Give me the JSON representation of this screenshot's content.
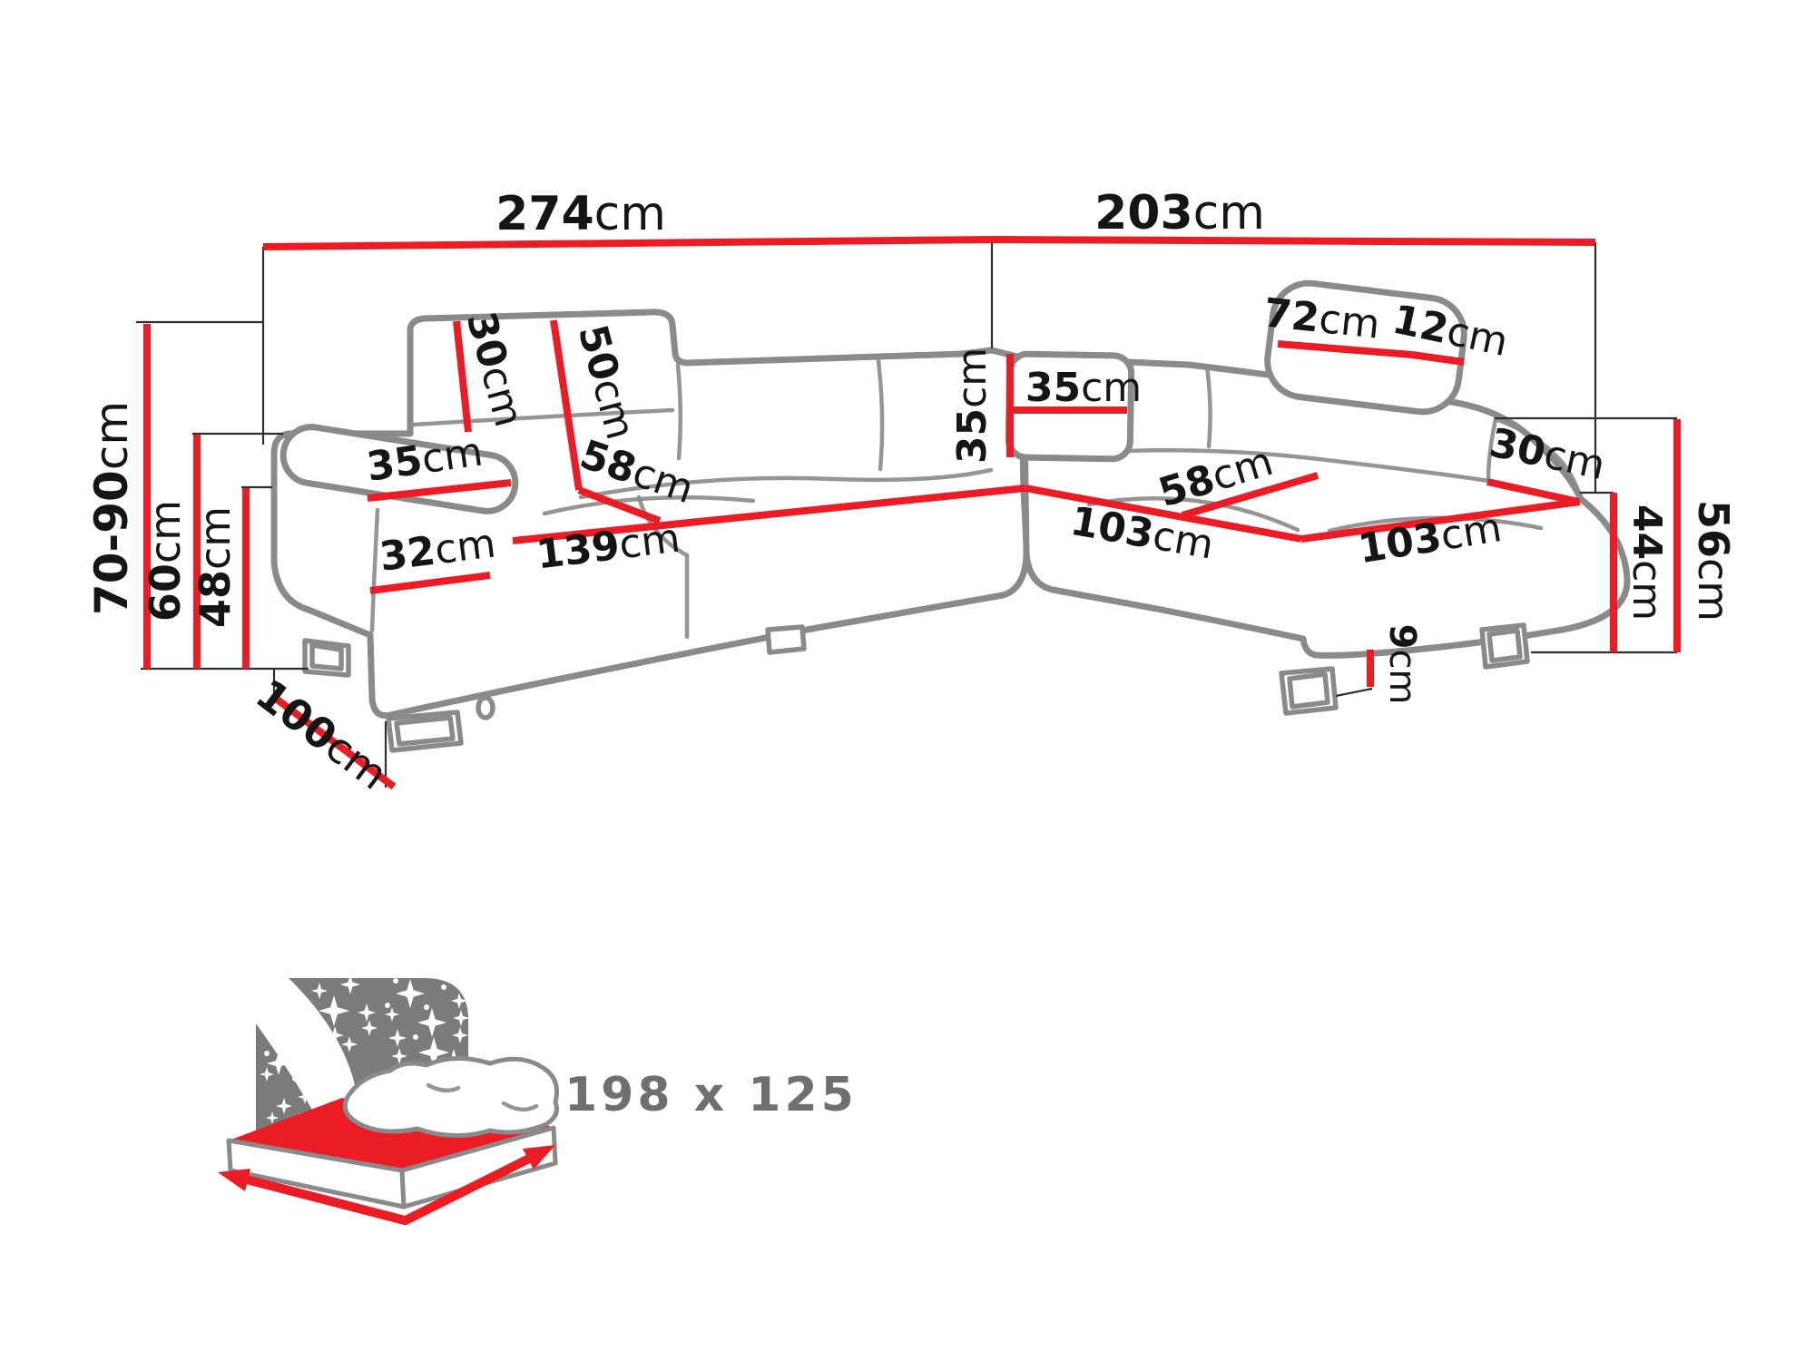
{
  "diagram": {
    "dimensions": {
      "total_width": {
        "value": "274",
        "unit": "cm"
      },
      "total_depth": {
        "value": "203",
        "unit": "cm"
      },
      "height_range": {
        "value": "70-90",
        "unit": "cm"
      },
      "armrest_height_left": {
        "value": "60",
        "unit": "cm"
      },
      "seat_height_left": {
        "value": "48",
        "unit": "cm"
      },
      "side_depth": {
        "value": "100",
        "unit": "cm"
      },
      "armrest_top_width": {
        "value": "35",
        "unit": "cm"
      },
      "armrest_front_width": {
        "value": "32",
        "unit": "cm"
      },
      "headrest_height_left": {
        "value": "30",
        "unit": "cm"
      },
      "backrest_height": {
        "value": "50",
        "unit": "cm"
      },
      "seat_depth_left": {
        "value": "58",
        "unit": "cm"
      },
      "seat_width_left": {
        "value": "139",
        "unit": "cm"
      },
      "corner_cushion_height": {
        "value": "35",
        "unit": "cm"
      },
      "corner_cushion_width": {
        "value": "35",
        "unit": "cm"
      },
      "seat_depth_right": {
        "value": "58",
        "unit": "cm"
      },
      "chaise_front_width": {
        "value": "103",
        "unit": "cm"
      },
      "chaise_length": {
        "value": "103",
        "unit": "cm"
      },
      "armrest_width_right": {
        "value": "30",
        "unit": "cm"
      },
      "seat_height_right": {
        "value": "44",
        "unit": "cm"
      },
      "armrest_height_right": {
        "value": "56",
        "unit": "cm"
      },
      "leg_height": {
        "value": "9",
        "unit": "cm"
      },
      "headrest_width_right": {
        "value": "72",
        "unit": "cm"
      },
      "headrest_thickness": {
        "value": "12",
        "unit": "cm"
      }
    },
    "sleeping_area": {
      "label": "198 x 125"
    },
    "colors": {
      "dimension_red": "#ec1c24",
      "outline_grey": "#8a8a8a",
      "text_black": "#151515",
      "bed_grey": "#7b7b7b",
      "bed_text_grey": "#6f6f6f"
    }
  }
}
